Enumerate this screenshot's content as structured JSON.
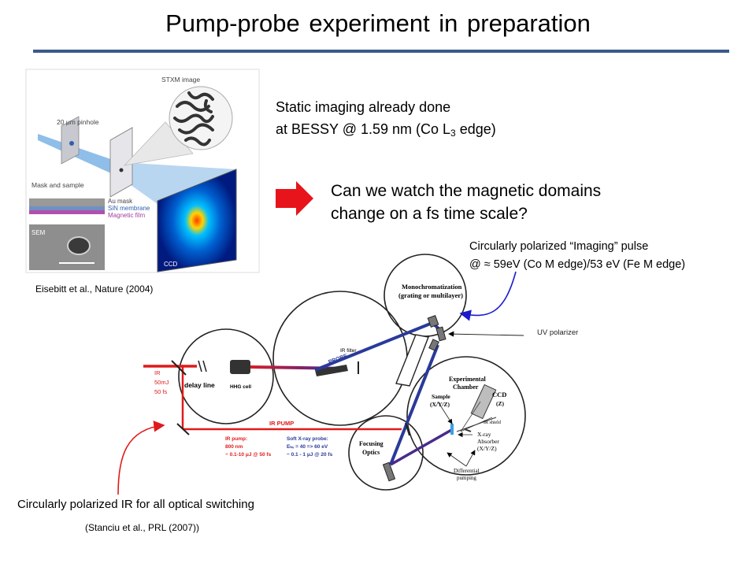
{
  "title": "Pump-probe experiment in preparation",
  "static_imaging": {
    "line1": "Static imaging already done",
    "line2_prefix": "at BESSY @ 1.59 nm (Co L",
    "line2_sub": "3",
    "line2_suffix": " edge)"
  },
  "question": {
    "line1": "Can we watch the magnetic domains",
    "line2": "change on a fs time scale?"
  },
  "imaging_pulse": {
    "line1": "Circularly polarized “Imaging” pulse",
    "line2": "@ ≈ 59eV (Co M edge)/53 eV (Fe M edge)"
  },
  "uv_polarizer_label": "UV polarizer",
  "citation_eisebitt": "Eisebitt et al., Nature (2004)",
  "ir_caption": "Circularly polarized IR for all optical switching",
  "citation_stanciu": "(Stanciu et al., PRL (2007))",
  "stxm_figure": {
    "stxm_image": "STXM image",
    "pinhole": "20 μm pinhole",
    "mask_and_sample": "Mask and sample",
    "au_mask": "Au mask",
    "sin_membrane": "SiN membrane",
    "magnetic_film": "Magnetic film",
    "sem": "SEM",
    "ccd": "CCD"
  },
  "setup": {
    "monochromatization_1": "Monochromatization",
    "monochromatization_2": "(grating or multilayer)",
    "ir_filter": "IR filter",
    "probe": "PROBE",
    "ir": "IR",
    "ir_energy": "50mJ",
    "ir_duration": "50 fs",
    "delay_line": "delay line",
    "hhg_cell": "HHG cell",
    "ir_pump_beam": "IR PUMP",
    "experimental_chamber_1": "Experimental",
    "experimental_chamber_2": "Chamber",
    "ccd": "CCD",
    "ccd_axis": "(Z)",
    "sample": "Sample",
    "sample_axes": "(X/Y/Z)",
    "ir_shield": "IR shield",
    "xray_absorber_1": "X-ray",
    "xray_absorber_2": "Absorber",
    "xray_absorber_3": "(X/Y/Z)",
    "focusing_1": "Focusing",
    "focusing_2": "Optics",
    "differential_1": "Differential",
    "differential_2": "pumping",
    "ir_pump_spec_1": "IR pump:",
    "ir_pump_spec_2": "800 nm",
    "ir_pump_spec_3": "~ 0.1-10 μJ @ 50 fs",
    "probe_spec_1": "Soft X-ray probe:",
    "probe_spec_2": "Eₕᵥ = 40 => 60 eV",
    "probe_spec_3": "~ 0.1 - 1 μJ @ 20 fs"
  },
  "colors": {
    "title_rule": "#3b5a8a",
    "arrow_red": "#e8141c",
    "ir_beam": "#e01a1a",
    "probe_beam": "#2a3a9a",
    "annotation_blue": "#1a1acc"
  }
}
